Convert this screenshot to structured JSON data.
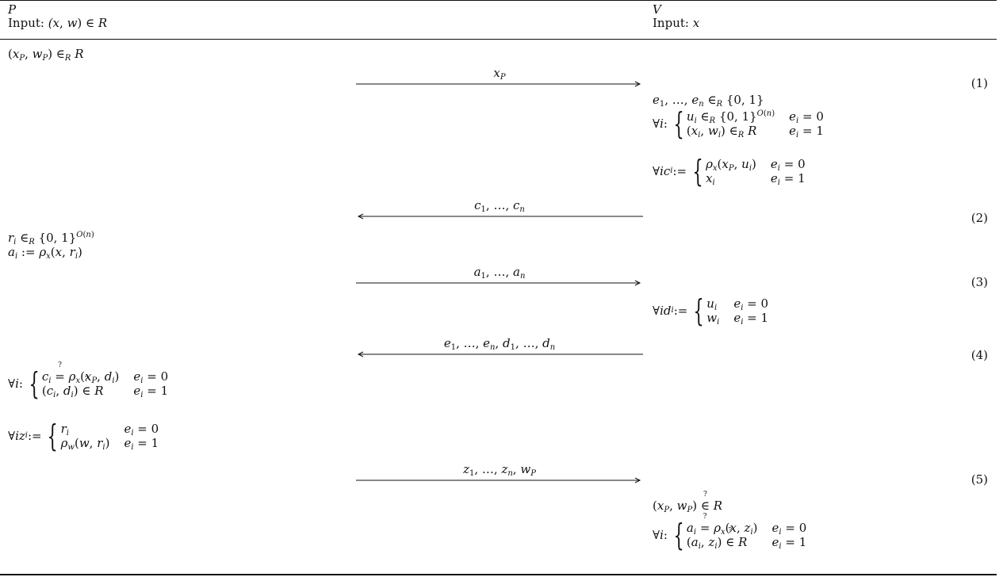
{
  "header": {
    "prover_name": "P",
    "prover_input_label": "Input: ",
    "prover_input_value": "(x, w) ∈ R",
    "verifier_name": "V",
    "verifier_input_label": "Input: ",
    "verifier_input_value": "x"
  },
  "steps": [
    {
      "number": "(1)",
      "direction": "right",
      "message": "x_P"
    },
    {
      "number": "(2)",
      "direction": "left",
      "message": "c_1, …, c_n"
    },
    {
      "number": "(3)",
      "direction": "right",
      "message": "a_1, …, a_n"
    },
    {
      "number": "(4)",
      "direction": "left",
      "message": "e_1, …, e_n, d_1, …, d_n"
    },
    {
      "number": "(5)",
      "direction": "right",
      "message": "z_1, …, z_n, w_P"
    }
  ],
  "prover_computations": [
    "(x_P, w_P) ∈_R R",
    "r_i ∈_R {0,1}^{O(n)}",
    "a_i := ρ_x(x, r_i)",
    "∀i : { c_i =? ρ_x(x_P, d_i) if e_i = 0 ; (c_i, d_i) ∈? R if e_i = 1 }",
    "∀i z_i := { r_i if e_i = 0 ; ρ_w(w, r_i) if e_i = 1 }"
  ],
  "verifier_computations": [
    "e_1, …, e_n ∈_R {0,1}",
    "∀i : { u_i ∈_R {0,1}^{O(n)} if e_i = 0 ; (x_i, w_i) ∈_R R if e_i = 1 }",
    "∀i c_i := { ρ_x(x_P, u_i) if e_i = 0 ; x_i if e_i = 1 }",
    "∀i d_i := { u_i if e_i = 0 ; w_i if e_i = 1 }",
    "(x_P, w_P) ∈? R",
    "∀i : { a_i =? ρ_x(x, z_i) if e_i = 0 ; (a_i, z_i) ∈? R if e_i = 1 }"
  ]
}
